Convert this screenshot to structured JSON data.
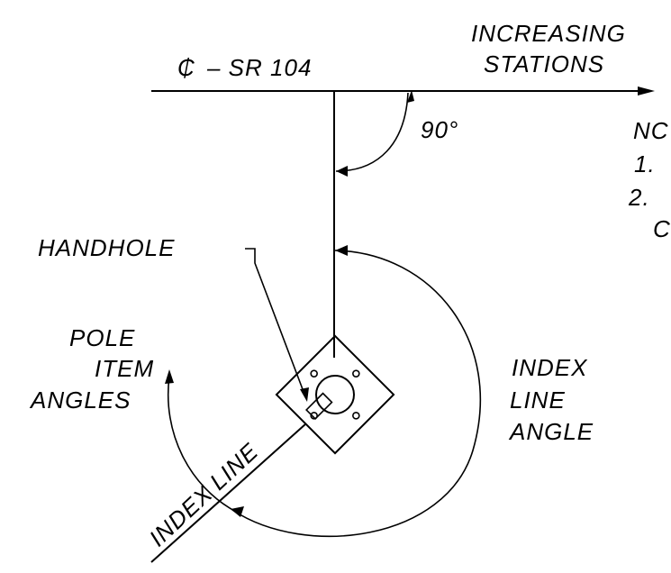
{
  "centerline": {
    "symbol": "₵",
    "label": "– SR 104"
  },
  "increasing_stations": [
    "INCREASING",
    "STATIONS"
  ],
  "angle_90_label": "90°",
  "notes": {
    "heading": "NC",
    "items": [
      "1.",
      "2."
    ],
    "continued": "C"
  },
  "handhole_label": "HANDHOLE",
  "pole_item_angles": [
    "POLE",
    "ITEM",
    "ANGLES"
  ],
  "index_line_angle": [
    "INDEX",
    "LINE",
    "ANGLE"
  ],
  "index_line_label": [
    "INDEX",
    "LINE"
  ],
  "colors": {
    "ink": "#000000",
    "paper": "#ffffff"
  }
}
